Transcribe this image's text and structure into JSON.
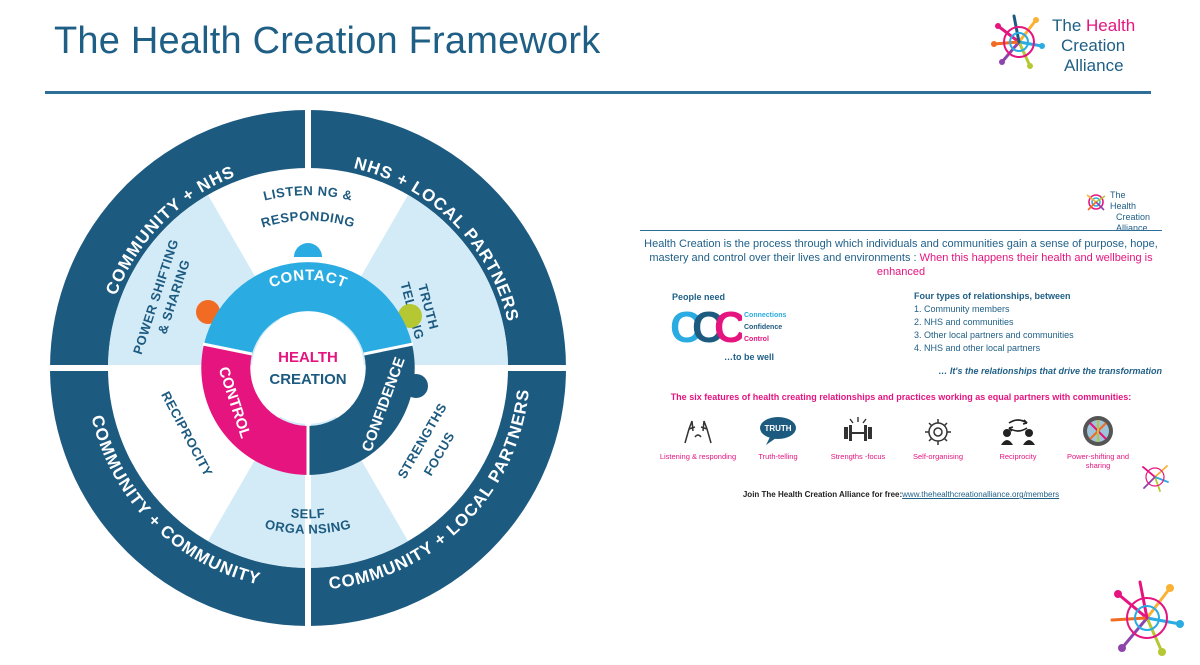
{
  "slide": {
    "title": "The Health Creation Framework",
    "logo": {
      "the": "The",
      "health": "Health",
      "creation": "Creation",
      "alliance": "Alliance"
    }
  },
  "wheel": {
    "outer": [
      "COMMUNITY + NHS",
      "NHS + LOCAL PARTNERS",
      "COMMUNITY + LOCAL PARTNERS",
      "COMMUNITY + COMMUNITY"
    ],
    "middle": {
      "listening_1": "LISTEN NG &",
      "listening_2": "RESPONDING",
      "truth_1": "TRUTH",
      "truth_2": "TELLING",
      "strengths_1": "STRENGTHS",
      "strengths_2": "FOCUS",
      "self_1": "SELF",
      "self_2": "ORGA NSING",
      "reciprocity": "RECIPROCITY",
      "power_1": "POWER SHIFTING",
      "power_2": "& SHARING"
    },
    "inner": {
      "contact": "CONTACT",
      "confidence": "CONFIDENCE",
      "control": "CONTROL"
    },
    "center": {
      "line1": "HEALTH",
      "line2": "CREATION"
    },
    "colors": {
      "navy": "#1d5a80",
      "cyan": "#2aace2",
      "pink": "#e5147f",
      "light": "#d3ebf7",
      "orange": "#f26b22",
      "lime": "#b5c833"
    }
  },
  "panel": {
    "logo": {
      "the": "The Health",
      "creation": "Creation",
      "alliance": "Alliance"
    },
    "intro": "Health Creation is the process through which individuals and communities gain a sense of purpose, hope, mastery and control over their lives and environments :",
    "intro_highlight": "When this happens their health and wellbeing is enhanced",
    "people_need": "People need",
    "ccc_letters": "CCC",
    "ccc_words": [
      "Connections",
      "Confidence",
      "Control"
    ],
    "to_be_well": "…to be well",
    "four_head": "Four types of relationships, between",
    "four_items": [
      "1. Community members",
      "2. NHS and communities",
      "3. Other local partners and communities",
      "4.  NHS and other local partners"
    ],
    "drive": "… It's the relationships that drive the transformation",
    "six": "The six features of health creating relationships and practices working as equal partners with communities:",
    "features": [
      {
        "label": "Listening & responding",
        "icon": "hands-icon"
      },
      {
        "label": "Truth-telling",
        "icon": "truth-bubble-icon"
      },
      {
        "label": "Strengths -focus",
        "icon": "dumbbell-icon"
      },
      {
        "label": "Self-organising",
        "icon": "gear-people-icon"
      },
      {
        "label": "Reciprocity",
        "icon": "exchange-icon"
      },
      {
        "label": "Power-shifting and sharing",
        "icon": "power-circle-icon"
      }
    ],
    "join_text": "Join The Health Creation Alliance for free:",
    "join_url": "www.thehealthcreationalliance.org/members"
  }
}
